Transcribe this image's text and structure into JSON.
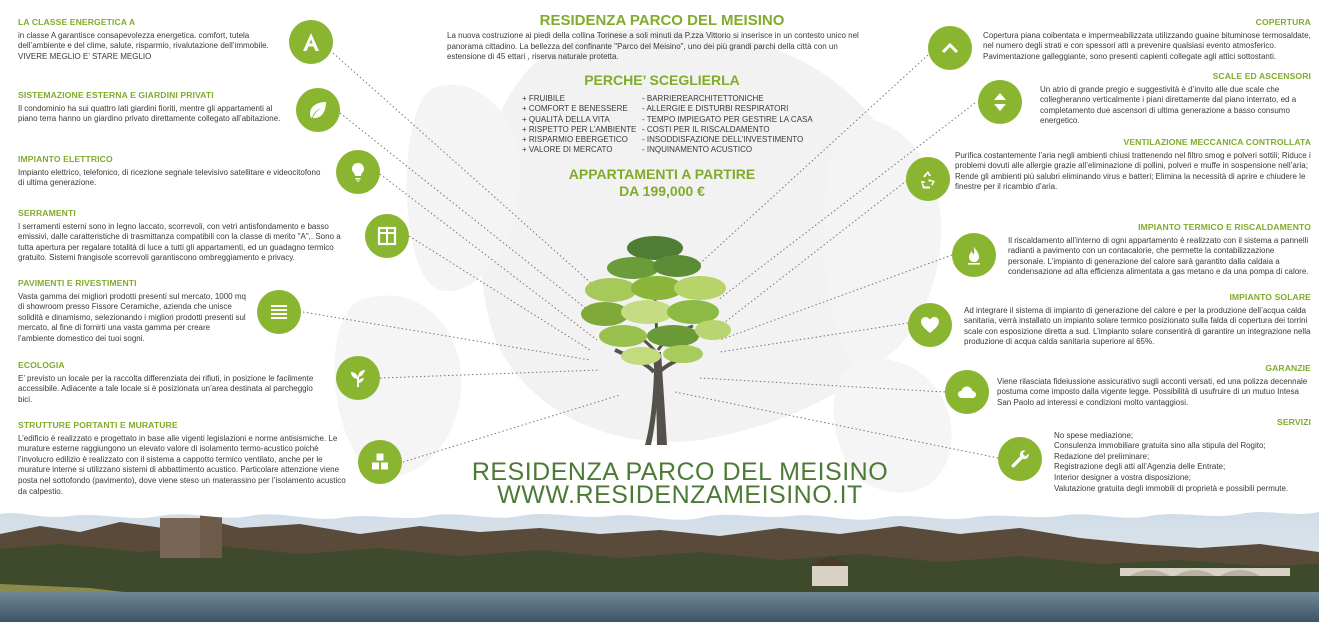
{
  "header": {
    "title": "RESIDENZA PARCO DEL MEISINO",
    "intro": "La nuova costruzione ai piedi della collina Torinese a soli minuti da P.zza Vittorio si inserisce in un contesto unico nel panorama cittadino. La bellezza del confinante \"Parco del Meisino\", uno dei più grandi parchi della città con un estensione di 45 ettari , riserva naturale protetta.",
    "why_title": "PERCHE’ SCEGLIERLA",
    "pros": [
      "+ FRUIBILE",
      "+ COMFORT E BENESSERE",
      "+ QUALITÀ DELLA VITA",
      "+ RISPETTO PER L’AMBIENTE",
      "+ RISPARMIO EBERGETICO",
      "+ VALORE DI MERCATO"
    ],
    "cons": [
      "- BARRIEREARCHITETTONICHE",
      "- ALLERGIE E DISTURBI RESPIRATORI",
      "- TEMPO IMPIEGATO PER GESTIRE LA CASA",
      "- COSTI PER IL RISCALDAMENTO",
      "- INSODDISFAZIONE DELL’INVESTIMENTO",
      "- INQUINAMENTO ACUSTICO"
    ],
    "price_line1": "APPARTAMENTI A PARTIRE",
    "price_line2": "DA 199,000 €"
  },
  "footer": {
    "name": "RESIDENZA PARCO DEL MEISINO",
    "url": "WWW.RESIDENZAMEISINO.IT"
  },
  "left_sections": [
    {
      "title": "LA CLASSE ENERGETICA A",
      "text": "in classe A garantisce consapevolezza energetica. comfort, tutela dell’ambiente e del clime, salute, risparmio, rivalutazione dell’immobile.",
      "extra": "VIVERE MEGLIO E’ STARE MEGLIO",
      "icon": "letter-a-icon"
    },
    {
      "title": "SISTEMAZIONE ESTERNA E GIARDINI PRIVATI",
      "text": "Il condominio ha sui quattro lati giardini fioriti, mentre gli appartamenti al piano terra hanno un giardino privato direttamente collegato all’abitazione.",
      "icon": "leaf-icon"
    },
    {
      "title": "IMPIANTO ELETTRICO",
      "text": "Impianto elettrico, telefonico, di ricezione segnale televisivo satellitare e videocitofono di ultima generazione.",
      "icon": "lightbulb-icon"
    },
    {
      "title": "SERRAMENTI",
      "text": "I serramenti esterni sono in legno laccato, scorrevoli, con vetri antisfondamento e basso emissivi, dalle caratteristiche di trasmittanza compatibili con la classe di merito \"A\",. Sono a tutta apertura per regalare totalità di luce a tutti gli appartamenti, ed un guadagno termico gratuito. Sistemi frangisole scorrevoli garantiscono ombreggiamento e privacy.",
      "icon": "window-icon"
    },
    {
      "title": "PAVIMENTI E RIVESTIMENTI",
      "text": "Vasta gamma dei migliori prodotti presenti sul mercato, 1000 mq di showroom presso Fissore Ceramiche, azienda che unisce solidità e dinamismo, selezionando i migliori prodotti presenti sul mercato, al fine di fornirti una vasta gamma per creare l’ambiente domestico dei tuoi sogni.",
      "icon": "floor-lines-icon"
    },
    {
      "title": "ECOLOGIA",
      "text": "E’ previsto un locale per la raccolta differenziata dei rifiuti, in posizione le facilmente accessibile. Adiacente a tale locale si è posizionata un’area destinata al parcheggio bici.",
      "icon": "plant-icon"
    },
    {
      "title": "STRUTTURE PORTANTI E MURATURE",
      "text": "L’edificio è realizzato e progettato in base alle vigenti legislazioni e norme antisismiche. Le murature esterne raggiungono un elevato valore di isolamento termo-acustico poichè l’involucro edilizio è realizzato con il sistema a cappotto termico ventilato, anche per le murature interne si utilizzano sistemi di abbattimento acustico. Particolare attenzione viene posta nel sottofondo (pavimento), dove viene steso un materassino per l’isolamento acustico da calpestio.",
      "icon": "cubes-icon"
    }
  ],
  "right_sections": [
    {
      "title": "COPERTURA",
      "text": "Copertura piana coibentata e impermeabilizzata utilizzando guaine bituminose termosaldate, nel numero degli strati e con spessori atti a prevenire qualsiasi evento atmosferico. Pavimentazione galleggiante, sono presenti capienti collegate agli attici sottostanti.",
      "icon": "chevron-up-icon"
    },
    {
      "title": "SCALE ED ASCENSORI",
      "text": "Un atrio di grande pregio e suggestività è d’invito alle due scale che collegheranno verticalmente i piani direttamente dal piano interrato, ed a completamento due ascensori di ultima generazione a basso consumo energetico.",
      "icon": "elevator-arrows-icon"
    },
    {
      "title": "VENTILAZIONE MECCANICA CONTROLLATA",
      "text": "Purifica costantemente l’aria negli ambienti chiusi trattenendo nel filtro smog e polveri sottili; Riduce i problemi dovuti alle allergie grazie all’eliminazione di pollini, polveri e muffe in sospensione nell’aria; Rende gli ambienti più salubri eliminando virus e batteri; Elimina la necessità di aprire e chiudere le finestre per il ricambio d’aria.",
      "icon": "recycle-icon"
    },
    {
      "title": "IMPIANTO TERMICO E RISCALDAMENTO",
      "text": "Il riscaldamento all’interno di ogni appartamento è realizzato con il sistema a pannelli radianti a pavimento con un contacalorie, che permette la contabilizzazione personale. L’impianto di generazione del calore sarà garantito dalla caldaia a condensazione ad alta efficienza alimentata a gas metano e da una pompa di calore.",
      "icon": "flame-icon"
    },
    {
      "title": "IMPIANTO SOLARE",
      "text": "Ad integrare il sistema di impianto di generazione del calore e per la produzione dell’acqua calda sanitaria, verrà installato un impianto solare termico posizionato sulla falda di copertura dei torrini scale con esposizione diretta a sud. L’impianto solare consentirà di garantire un integrazione nella produzione di acqua calda sanitaria superiore al 65%.",
      "icon": "heart-icon"
    },
    {
      "title": "GARANZIE",
      "text": "Viene rilasciata fideiussione assicurativo sugli acconti versati, ed una polizza decennale postuma come imposto dalla vigente legge. Possibilità di usufruire di un mutuo Intesa San Paolo ad interessi e condizioni molto vantaggiosi.",
      "icon": "cloud-icon"
    },
    {
      "title": "SERVIZI",
      "lines": [
        "No spese mediazione;",
        "Consulenza immobiliare gratuita sino alla stipula del Rogito;",
        "Redazione del preliminare;",
        "Registrazione degli atti all’Agenzia delle Entrate;",
        "Interior designer a vostra disposizione;",
        "Valutazione gratuita degli immobili di proprietà e possibili permute."
      ],
      "icon": "wrench-icon"
    }
  ],
  "colors": {
    "accent": "#89b531",
    "title_green": "#7fac2a",
    "footer_green": "#4c7a36",
    "tree_trunk": "#55524c"
  }
}
